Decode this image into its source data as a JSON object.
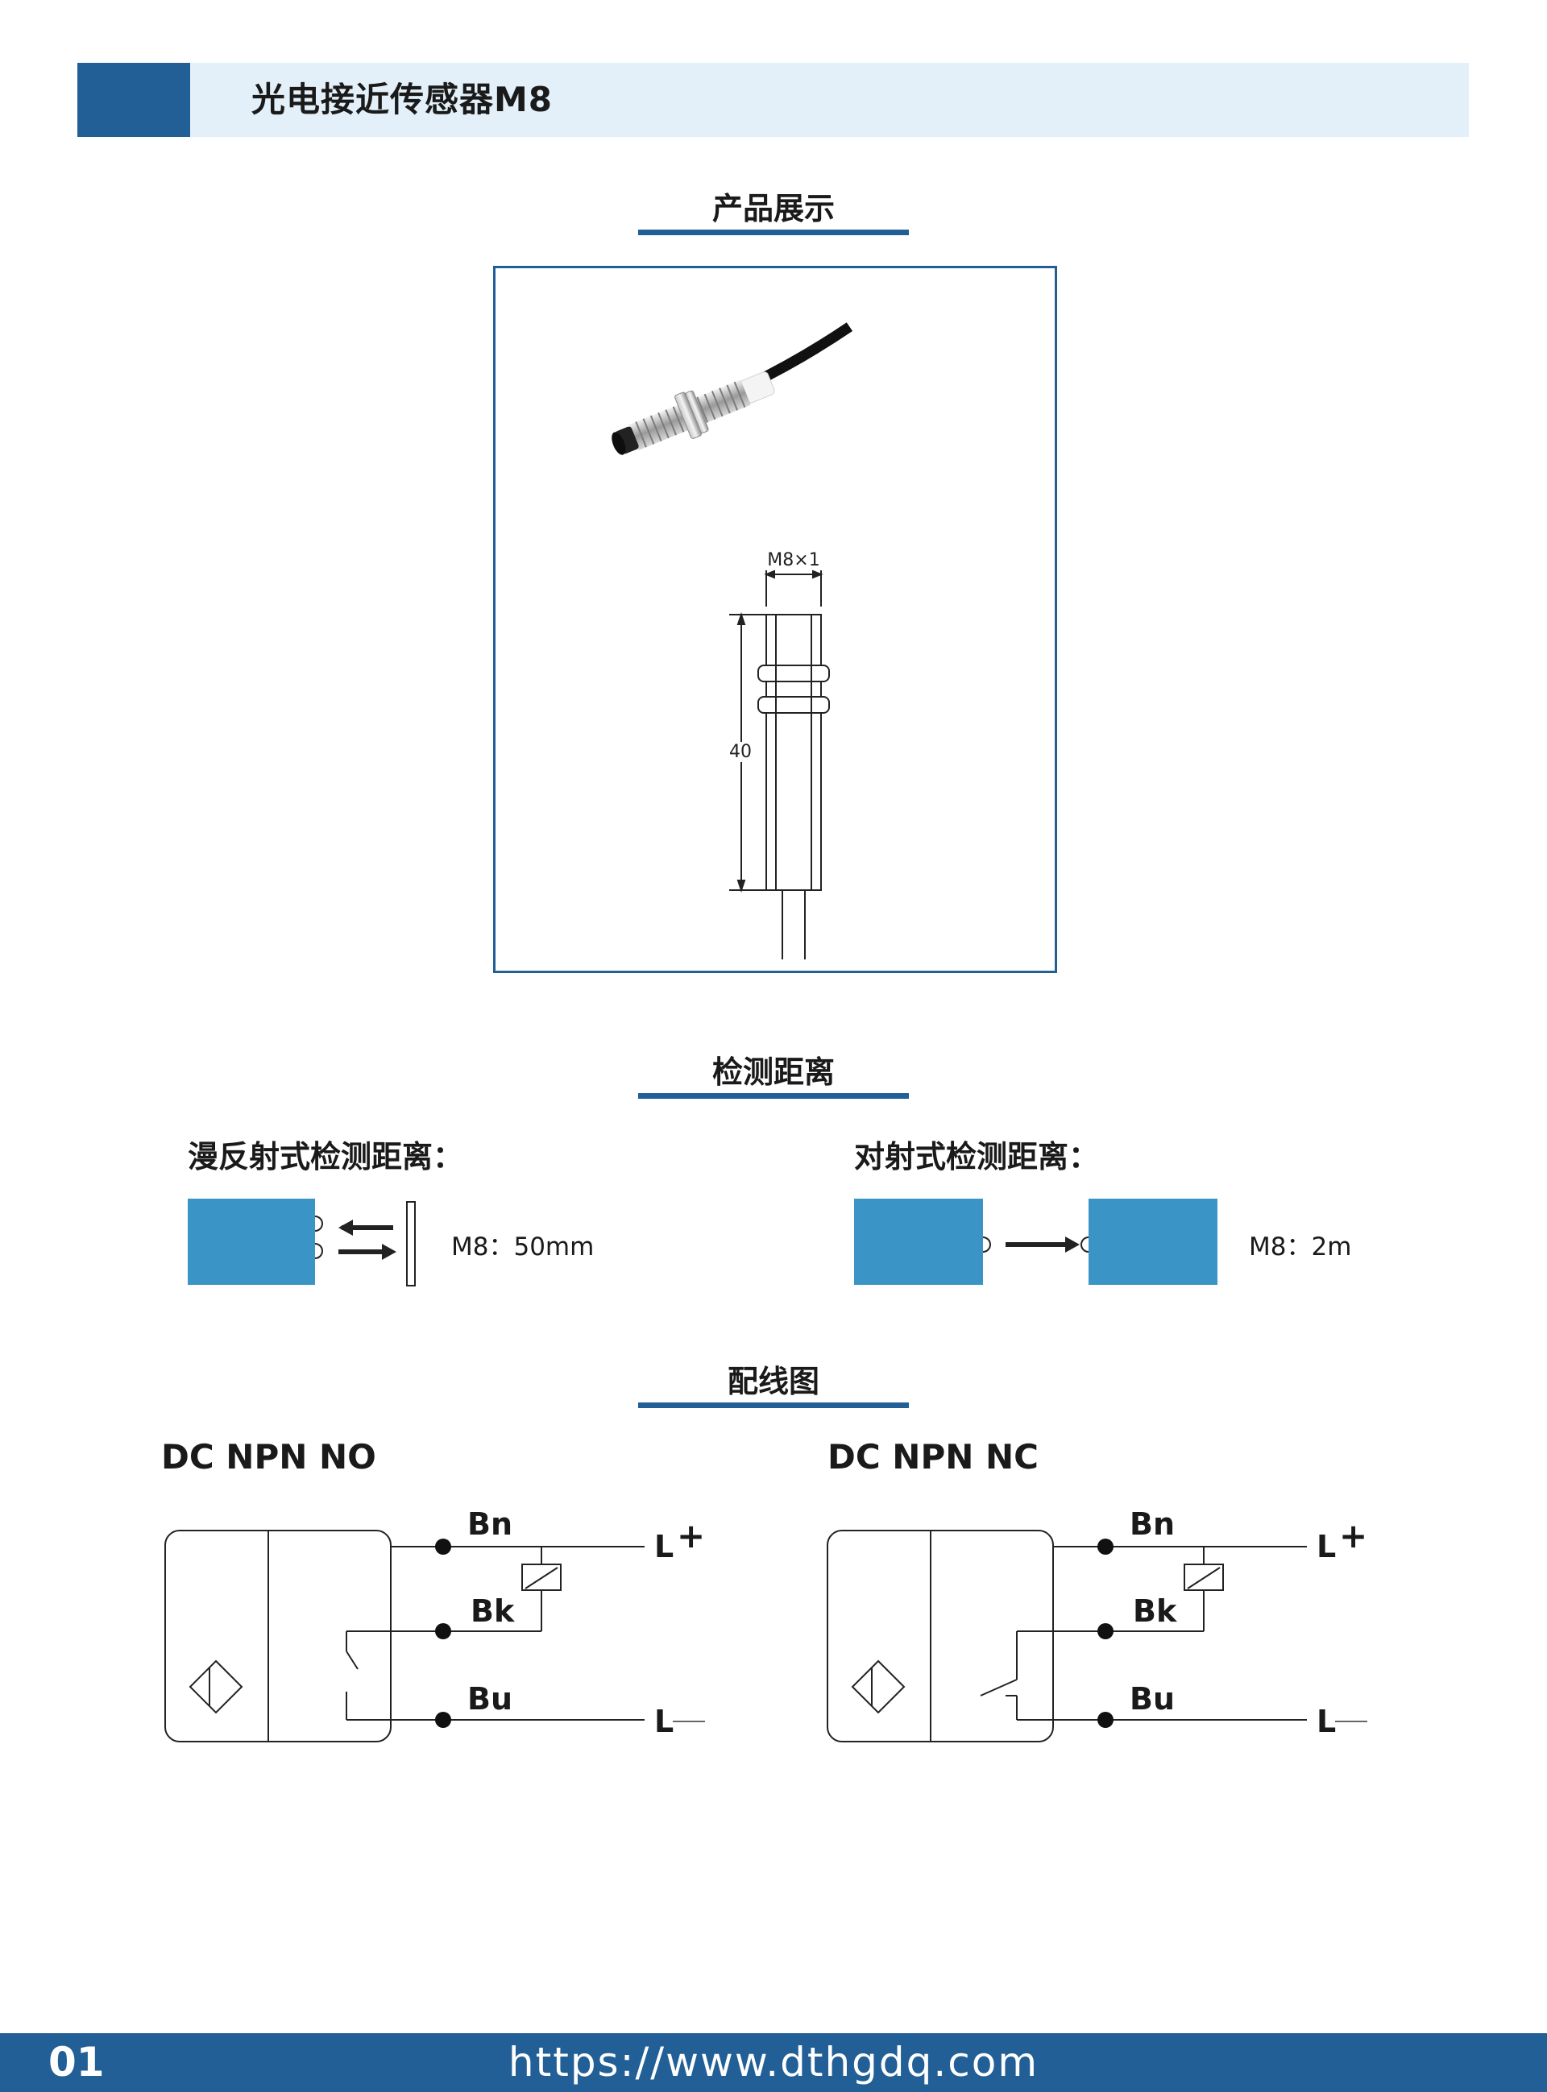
{
  "header": {
    "title": "光电接近传感器M8"
  },
  "sections": {
    "product": {
      "title": "产品展示"
    },
    "distance": {
      "title": "检测距离"
    },
    "wiring": {
      "title": "配线图"
    }
  },
  "product": {
    "dim_thread": "M8×1",
    "dim_length": "40"
  },
  "distance": {
    "diffuse": {
      "heading": "漫反射式检测距离：",
      "value": "M8：50mm"
    },
    "through_beam": {
      "heading": "对射式检测距离：",
      "value": "M8：2m"
    }
  },
  "wiring": {
    "no": {
      "title": "DC NPN NO",
      "bn": "Bn",
      "bk": "Bk",
      "bu": "Bu",
      "l_plus": "L",
      "plus": "+",
      "l_minus": "L",
      "minus": "—"
    },
    "nc": {
      "title": "DC NPN NC",
      "bn": "Bn",
      "bk": "Bk",
      "bu": "Bu",
      "l_plus": "L",
      "plus": "+",
      "l_minus": "L",
      "minus": "—"
    }
  },
  "footer": {
    "page": "01",
    "url": "https://www.dthgdq.com"
  },
  "colors": {
    "brand": "#215f96",
    "header_bg": "#e3f0f9",
    "box_blue": "#3a95c6"
  }
}
